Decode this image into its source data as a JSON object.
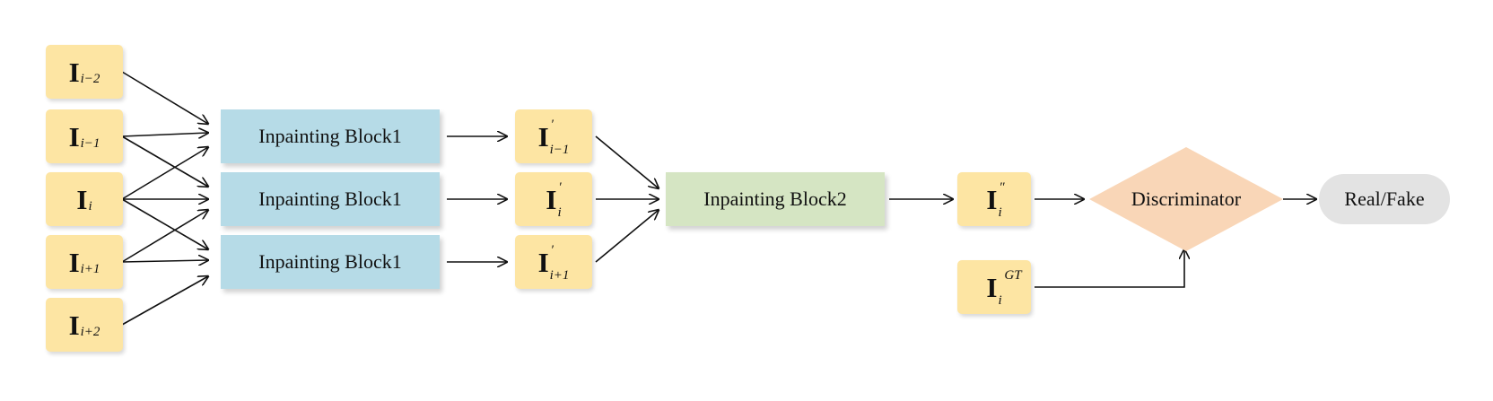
{
  "inputs": [
    {
      "symbol": "I",
      "sub": "i−2"
    },
    {
      "symbol": "I",
      "sub": "i−1"
    },
    {
      "symbol": "I",
      "sub": "i"
    },
    {
      "symbol": "I",
      "sub": "i+1"
    },
    {
      "symbol": "I",
      "sub": "i+2"
    }
  ],
  "block1": {
    "label": "Inpainting Block1"
  },
  "intermediate": [
    {
      "symbol": "I",
      "sup": "′",
      "sub": "i−1"
    },
    {
      "symbol": "I",
      "sup": "′",
      "sub": "i"
    },
    {
      "symbol": "I",
      "sup": "′",
      "sub": "i+1"
    }
  ],
  "block2": {
    "label": "Inpainting Block2"
  },
  "output": {
    "symbol": "I",
    "sup": "″",
    "sub": "i"
  },
  "ground_truth": {
    "symbol": "I",
    "sup": "GT",
    "sub": "i"
  },
  "discriminator": {
    "label": "Discriminator",
    "color": "#f9d6b7"
  },
  "result": {
    "label": "Real/Fake"
  },
  "colors": {
    "frame": "#fde5a3",
    "block1": "#b6dbe7",
    "block2": "#d5e5c3",
    "result": "#e3e3e3"
  }
}
